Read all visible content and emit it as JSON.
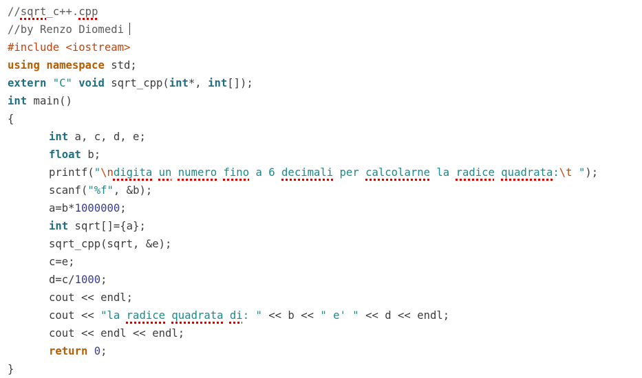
{
  "editor": {
    "lines": [
      {
        "tokens": [
          {
            "t": "comment",
            "v": "//"
          },
          {
            "t": "comment",
            "v": "sqrt",
            "spell": true
          },
          {
            "t": "comment",
            "v": "_c++."
          },
          {
            "t": "comment",
            "v": "cpp",
            "spell": true
          }
        ]
      },
      {
        "tokens": [
          {
            "t": "comment",
            "v": "//by Renzo Diomedi"
          }
        ]
      },
      {
        "tokens": [
          {
            "t": "prep",
            "v": "#include <iostream>"
          }
        ]
      },
      {
        "tokens": [
          {
            "t": "kw-orange",
            "v": "using"
          },
          {
            "t": "plain",
            "v": " "
          },
          {
            "t": "kw-orange",
            "v": "namespace"
          },
          {
            "t": "plain",
            "v": " std;"
          }
        ]
      },
      {
        "tokens": [
          {
            "t": "kw-teal",
            "v": "extern"
          },
          {
            "t": "plain",
            "v": " "
          },
          {
            "t": "string",
            "v": "\"C\""
          },
          {
            "t": "plain",
            "v": " "
          },
          {
            "t": "kw-teal",
            "v": "void"
          },
          {
            "t": "plain",
            "v": " sqrt_cpp("
          },
          {
            "t": "kw-teal",
            "v": "int"
          },
          {
            "t": "plain",
            "v": "*, "
          },
          {
            "t": "kw-teal",
            "v": "int"
          },
          {
            "t": "plain",
            "v": "[]);"
          }
        ]
      },
      {
        "tokens": [
          {
            "t": "kw-teal",
            "v": "int"
          },
          {
            "t": "plain",
            "v": " main()"
          }
        ]
      },
      {
        "tokens": [
          {
            "t": "plain",
            "v": "{"
          }
        ]
      },
      {
        "indent": true,
        "tokens": [
          {
            "t": "kw-teal",
            "v": "int"
          },
          {
            "t": "plain",
            "v": " a, c, d, e;"
          }
        ]
      },
      {
        "indent": true,
        "tokens": [
          {
            "t": "kw-teal",
            "v": "float"
          },
          {
            "t": "plain",
            "v": " b;"
          }
        ]
      },
      {
        "indent": true,
        "tokens": [
          {
            "t": "plain",
            "v": "printf("
          },
          {
            "t": "string",
            "v": "\""
          },
          {
            "t": "escape",
            "v": "\\n"
          },
          {
            "t": "string",
            "v": "digita",
            "spell": true
          },
          {
            "t": "string",
            "v": " "
          },
          {
            "t": "string",
            "v": "un",
            "spell": true
          },
          {
            "t": "string",
            "v": " "
          },
          {
            "t": "string",
            "v": "numero",
            "spell": true
          },
          {
            "t": "string",
            "v": " "
          },
          {
            "t": "string",
            "v": "fino",
            "spell": true
          },
          {
            "t": "string",
            "v": " a 6 "
          },
          {
            "t": "string",
            "v": "decimali",
            "spell": true
          },
          {
            "t": "string",
            "v": " per "
          },
          {
            "t": "string",
            "v": "calcolarne",
            "spell": true
          },
          {
            "t": "string",
            "v": " la "
          },
          {
            "t": "string",
            "v": "radice",
            "spell": true
          },
          {
            "t": "string",
            "v": " "
          },
          {
            "t": "string",
            "v": "quadrata",
            "spell": true
          },
          {
            "t": "string",
            "v": ":"
          },
          {
            "t": "escape",
            "v": "\\t"
          },
          {
            "t": "string",
            "v": " \""
          },
          {
            "t": "plain",
            "v": ");"
          }
        ]
      },
      {
        "indent": true,
        "tokens": [
          {
            "t": "plain",
            "v": "scanf("
          },
          {
            "t": "string",
            "v": "\"%f\""
          },
          {
            "t": "plain",
            "v": ", &b);"
          }
        ]
      },
      {
        "indent": true,
        "tokens": [
          {
            "t": "plain",
            "v": "a=b*"
          },
          {
            "t": "number",
            "v": "1000000"
          },
          {
            "t": "plain",
            "v": ";"
          }
        ]
      },
      {
        "indent": true,
        "tokens": [
          {
            "t": "kw-teal",
            "v": "int"
          },
          {
            "t": "plain",
            "v": " sqrt[]={a};"
          }
        ]
      },
      {
        "indent": true,
        "tokens": [
          {
            "t": "plain",
            "v": "sqrt_cpp(sqrt, &e);"
          }
        ]
      },
      {
        "indent": true,
        "tokens": [
          {
            "t": "plain",
            "v": "c=e;"
          }
        ]
      },
      {
        "indent": true,
        "tokens": [
          {
            "t": "plain",
            "v": "d=c/"
          },
          {
            "t": "number",
            "v": "1000"
          },
          {
            "t": "plain",
            "v": ";"
          }
        ]
      },
      {
        "indent": true,
        "tokens": [
          {
            "t": "plain",
            "v": "cout << endl;"
          }
        ]
      },
      {
        "indent": true,
        "tokens": [
          {
            "t": "plain",
            "v": "cout << "
          },
          {
            "t": "string",
            "v": "\"la "
          },
          {
            "t": "string",
            "v": "radice",
            "spell": true
          },
          {
            "t": "string",
            "v": " "
          },
          {
            "t": "string",
            "v": "quadrata",
            "spell": true
          },
          {
            "t": "string",
            "v": " "
          },
          {
            "t": "string",
            "v": "di",
            "spell": true
          },
          {
            "t": "string",
            "v": ": \""
          },
          {
            "t": "plain",
            "v": " << b << "
          },
          {
            "t": "string",
            "v": "\" e' \""
          },
          {
            "t": "plain",
            "v": " << d << endl;"
          }
        ]
      },
      {
        "indent": true,
        "tokens": [
          {
            "t": "plain",
            "v": "cout << endl << endl;"
          }
        ]
      },
      {
        "indent": true,
        "tokens": [
          {
            "t": "kw-orange",
            "v": "return"
          },
          {
            "t": "plain",
            "v": " "
          },
          {
            "t": "number",
            "v": "0"
          },
          {
            "t": "plain",
            "v": ";"
          }
        ]
      },
      {
        "tokens": [
          {
            "t": "plain",
            "v": "}"
          }
        ]
      }
    ]
  }
}
